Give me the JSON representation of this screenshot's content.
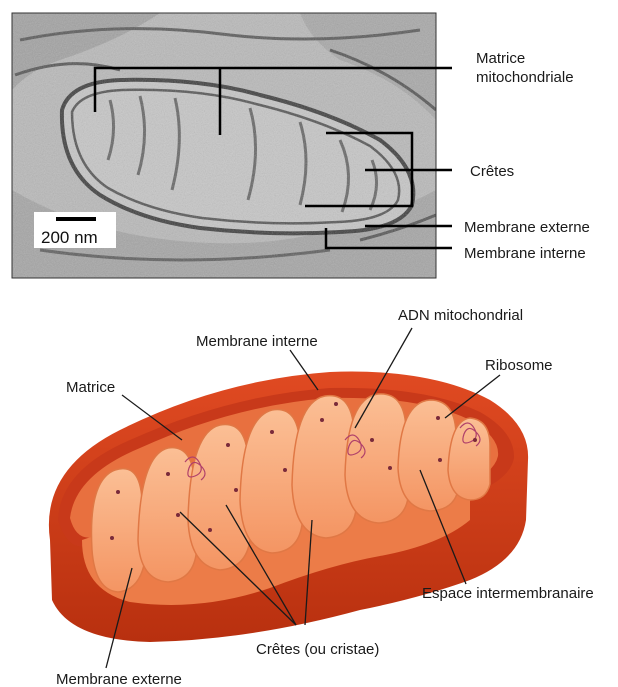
{
  "micrograph": {
    "scale_bar": "200 nm",
    "labels": {
      "matrix_line1": "Matrice",
      "matrix_line2": "mitochondriale",
      "cristae": "Crêtes",
      "outer_membrane": "Membrane externe",
      "inner_membrane": "Membrane interne"
    }
  },
  "diagram": {
    "labels": {
      "inner_membrane": "Membrane interne",
      "mt_dna": "ADN mitochondrial",
      "ribosome": "Ribosome",
      "matrix": "Matrice",
      "intermembrane_space": "Espace intermembranaire",
      "cristae": "Crêtes (ou cristae)",
      "outer_membrane": "Membrane externe"
    }
  },
  "colors": {
    "outer_membrane": "#d2401c",
    "inner_cavity": "#e8703f",
    "cristae": "#f7a97a",
    "cristae_light": "#fbc39f",
    "dots": "#7a2a3a"
  }
}
